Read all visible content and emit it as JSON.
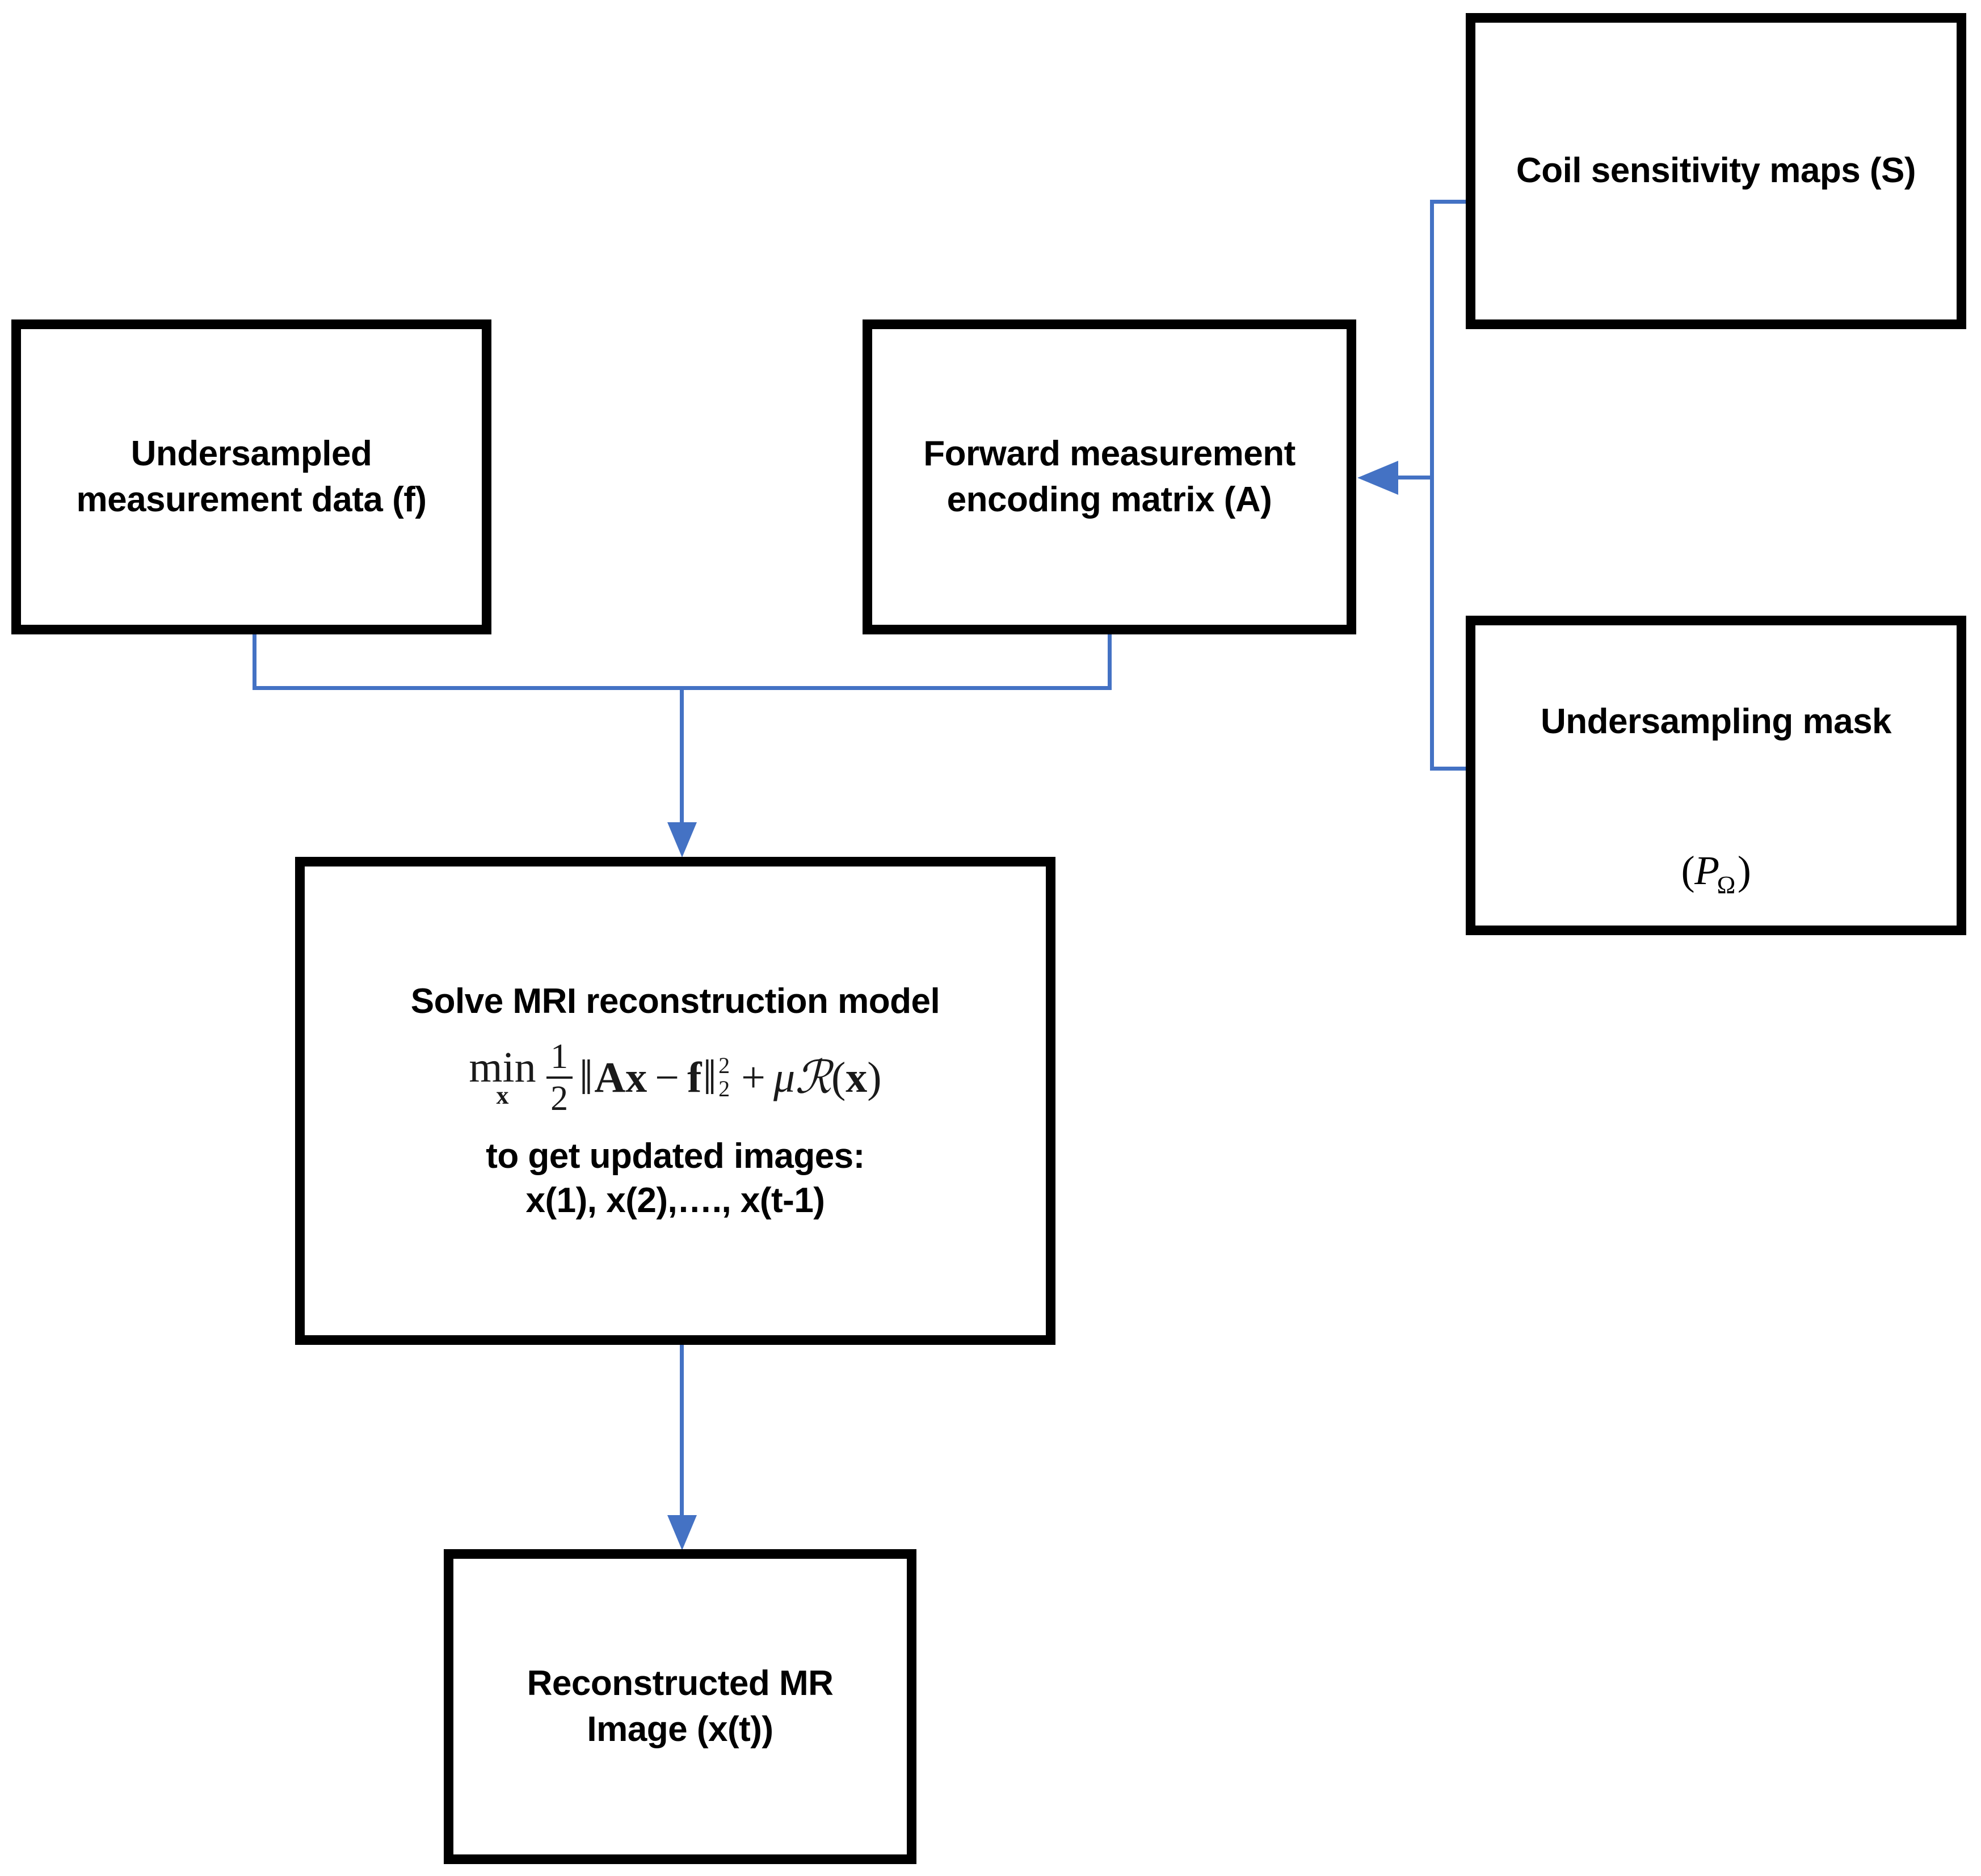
{
  "diagram": {
    "title": "MRI reconstruction model flowchart",
    "accent_color": "#4472C4",
    "box_border_color": "#000000",
    "background_color": "#FFFFFF"
  },
  "boxes": {
    "coil_sensitivity": {
      "label": "Coil sensitivity maps (S)"
    },
    "undersampling_mask": {
      "label": "Undersampling mask",
      "symbol_open": "(",
      "symbol_var": "P",
      "symbol_sub": "Ω",
      "symbol_close": ")"
    },
    "undersampled_data": {
      "label": "Undersampled\nmeasurement data (f)"
    },
    "forward_matrix": {
      "label": "Forward measurement\nencoding matrix (A)"
    },
    "solve_model": {
      "heading": "Solve MRI reconstruction model",
      "formula": {
        "operator": "min",
        "operator_subscript": "x",
        "fraction_numerator": "1",
        "fraction_denominator": "2",
        "norm_open": "‖",
        "term_a": "A",
        "term_x": "x",
        "minus": "−",
        "term_f": "f",
        "norm_close": "‖",
        "norm_superscript": "2",
        "norm_subscript": "2",
        "plus": "+",
        "mu": "μ",
        "regularizer": "ℛ",
        "arg_open": "(",
        "arg": "x",
        "arg_close": ")",
        "plain_text": "min_x 1/2 ||Ax - f||_2^2 + μℛ(x)"
      },
      "tail": "to get updated images:\nx(1), x(2),…., x(t-1)"
    },
    "reconstructed_image": {
      "label": "Reconstructed MR\nImage (x(t))"
    }
  },
  "connectors": [
    {
      "name": "coil-to-forward",
      "from": "coil_sensitivity",
      "to": "forward_matrix",
      "arrowhead": "left"
    },
    {
      "name": "mask-to-forward",
      "from": "undersampling_mask",
      "to": "forward_matrix",
      "arrowhead": "left"
    },
    {
      "name": "data-to-solve",
      "from": "undersampled_data",
      "to": "solve_model",
      "arrowhead": "down"
    },
    {
      "name": "forward-to-solve",
      "from": "forward_matrix",
      "to": "solve_model",
      "arrowhead": "down"
    },
    {
      "name": "solve-to-reconstructed",
      "from": "solve_model",
      "to": "reconstructed_image",
      "arrowhead": "down"
    }
  ]
}
